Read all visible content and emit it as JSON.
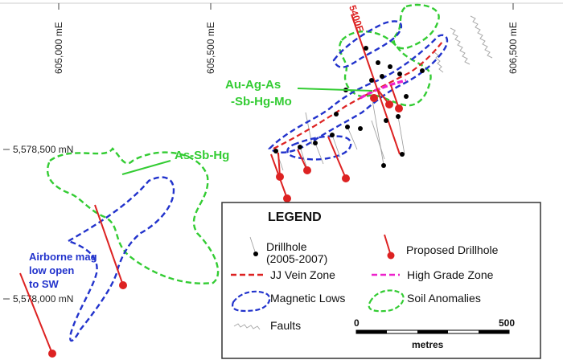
{
  "grid": {
    "easting_labels": [
      "605,000 mE",
      "605,500 mE",
      "606,500 mE"
    ],
    "northing_labels": [
      "5,578,500 mN",
      "5,578,000 mN"
    ]
  },
  "annotations": {
    "geochem_label_line1": "Au-Ag-As",
    "geochem_label_line2": "-Sb-Hg-Mo",
    "as_sb_hg_label": "As-Sb-Hg",
    "airborne_line1": "Airborne mag",
    "airborne_line2": "low open",
    "airborne_line3": "to SW",
    "section_label": "5400E"
  },
  "legend": {
    "title": "LEGEND",
    "drillhole_line1": "Drillhole",
    "drillhole_line2": "(2005-2007)",
    "proposed": "Proposed Drillhole",
    "jj_vein": "JJ Vein Zone",
    "high_grade": "High Grade Zone",
    "magnetic_lows": "Magnetic Lows",
    "soil_anomalies": "Soil Anomalies",
    "faults": "Faults"
  },
  "scale": {
    "start": "0",
    "end": "500",
    "unit": "metres"
  },
  "colors": {
    "magnetic_low": "#2233cc",
    "soil_anomaly": "#33cc33",
    "jj_vein": "#dd2222",
    "high_grade": "#ee22cc",
    "proposed_drillhole": "#dd2222",
    "drillhole": "#000000",
    "fault": "#aaaaaa"
  }
}
